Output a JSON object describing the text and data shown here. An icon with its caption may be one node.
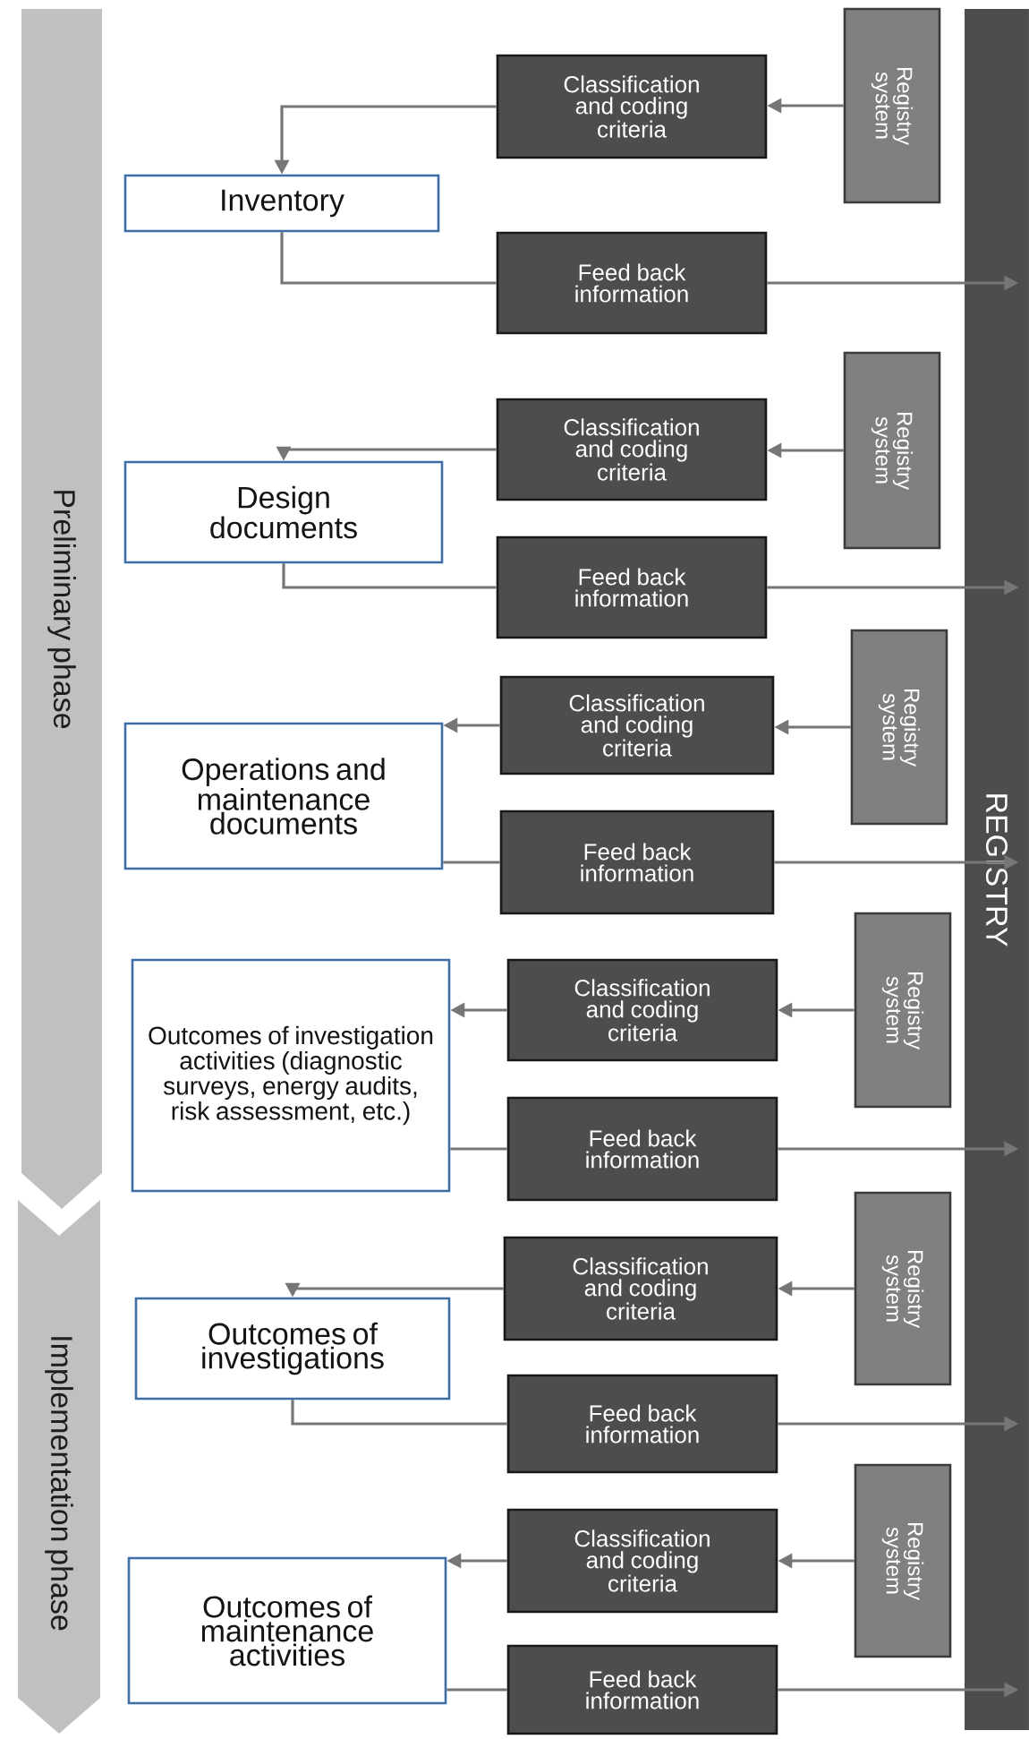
{
  "diagram": {
    "nodes": [
      {
        "text": [
          "Preliminary phase"
        ]
      },
      {
        "text": [
          "Implementation phase"
        ]
      },
      {
        "text": [
          "REGISTRY"
        ]
      },
      {
        "text": [
          "Inventory"
        ]
      },
      {
        "text": [
          "Classification and coding criteria"
        ]
      },
      {
        "text": [
          "Feed back information"
        ]
      },
      {
        "text": [
          "Registry system"
        ]
      },
      {
        "text": [
          "Design documents"
        ]
      },
      {
        "text": [
          "Classification and coding criteria"
        ]
      },
      {
        "text": [
          "Feed back information"
        ]
      },
      {
        "text": [
          "Registry system"
        ]
      },
      {
        "text": [
          "Operations and maintenance documents"
        ]
      },
      {
        "text": [
          "Classification and coding criteria"
        ]
      },
      {
        "text": [
          "Feed back information"
        ]
      },
      {
        "text": [
          "Registry system"
        ]
      },
      {
        "text": [
          "Outcomes of investigation activities (diagnostic surveys, energy audits, risk assessment, etc.)"
        ]
      },
      {
        "text": [
          "Classification and coding criteria"
        ]
      },
      {
        "text": [
          "Feed back information"
        ]
      },
      {
        "text": [
          "Registry system"
        ]
      },
      {
        "text": [
          "Outcomes of investigations"
        ]
      },
      {
        "text": [
          "Classification and coding criteria"
        ]
      },
      {
        "text": [
          "Feed back information"
        ]
      },
      {
        "text": [
          "Registry system"
        ]
      },
      {
        "text": [
          "Outcomes of maintenance activities"
        ]
      },
      {
        "text": [
          "Classification and coding criteria"
        ]
      },
      {
        "text": [
          "Feed back information"
        ]
      },
      {
        "text": [
          "Registry system"
        ]
      }
    ],
    "edges": [
      {
        "from": 6,
        "to": 4,
        "arrow": "to"
      },
      {
        "from": 4,
        "to": 3,
        "arrow": "to"
      },
      {
        "from": 3,
        "to": 5,
        "arrow": "none"
      },
      {
        "from": 5,
        "to": 2,
        "arrow": "to"
      },
      {
        "from": 10,
        "to": 8,
        "arrow": "to"
      },
      {
        "from": 8,
        "to": 7,
        "arrow": "to"
      },
      {
        "from": 7,
        "to": 9,
        "arrow": "none"
      },
      {
        "from": 9,
        "to": 2,
        "arrow": "to"
      },
      {
        "from": 14,
        "to": 12,
        "arrow": "to"
      },
      {
        "from": 12,
        "to": 11,
        "arrow": "to"
      },
      {
        "from": 11,
        "to": 13,
        "arrow": "none"
      },
      {
        "from": 13,
        "to": 2,
        "arrow": "to"
      },
      {
        "from": 18,
        "to": 16,
        "arrow": "to"
      },
      {
        "from": 16,
        "to": 15,
        "arrow": "to"
      },
      {
        "from": 15,
        "to": 17,
        "arrow": "none"
      },
      {
        "from": 17,
        "to": 2,
        "arrow": "to"
      },
      {
        "from": 22,
        "to": 20,
        "arrow": "to"
      },
      {
        "from": 20,
        "to": 19,
        "arrow": "to"
      },
      {
        "from": 19,
        "to": 21,
        "arrow": "none"
      },
      {
        "from": 21,
        "to": 2,
        "arrow": "to"
      },
      {
        "from": 26,
        "to": 24,
        "arrow": "to"
      },
      {
        "from": 24,
        "to": 23,
        "arrow": "to"
      },
      {
        "from": 23,
        "to": 25,
        "arrow": "none"
      },
      {
        "from": 25,
        "to": 2,
        "arrow": "to"
      }
    ]
  }
}
